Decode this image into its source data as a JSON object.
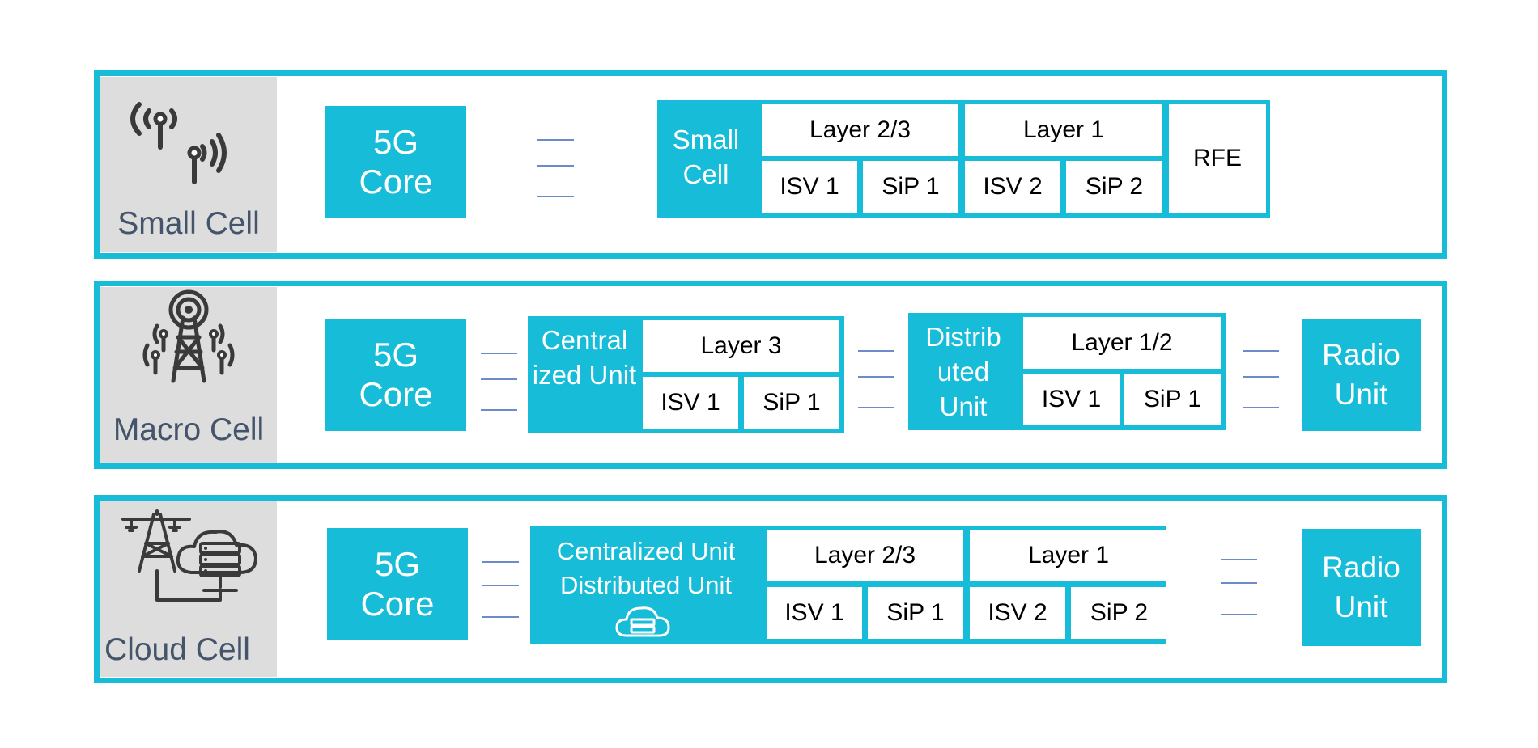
{
  "rows": [
    {
      "label": "Small Cell",
      "core": "5G Core",
      "unit_label": "Small Cell",
      "top": [
        "Layer 2/3",
        "Layer 1"
      ],
      "bottom": [
        "ISV 1",
        "SiP 1",
        "ISV 2",
        "SiP 2"
      ],
      "rfe": "RFE"
    },
    {
      "label": "Macro Cell",
      "core": "5G Core",
      "cu_label": "Central ized Unit",
      "cu_top": "Layer 3",
      "cu_bottom": [
        "ISV 1",
        "SiP 1"
      ],
      "du_label": "Distrib uted Unit",
      "du_top": "Layer 1/2",
      "du_bottom": [
        "ISV 1",
        "SiP 1"
      ],
      "radio": "Radio Unit"
    },
    {
      "label": "Cloud Cell",
      "core": "5G Core",
      "unit_label_1": "Centralized Unit",
      "unit_label_2": "Distributed Unit",
      "top": [
        "Layer 2/3",
        "Layer 1"
      ],
      "bottom": [
        "ISV 1",
        "SiP 1",
        "ISV 2",
        "SiP 2"
      ],
      "radio": "Radio Unit"
    }
  ],
  "icons": {
    "small": "small-cell-antenna-icon",
    "macro": "macro-cell-tower-icon",
    "cloud": "cloud-cell-tower-server-icon",
    "cloud_unit": "cloud-server-icon"
  },
  "colors": {
    "accent": "#16bcd8",
    "label": "#44546a",
    "panel": "#dddddd",
    "connector": "#6b8cc8"
  }
}
